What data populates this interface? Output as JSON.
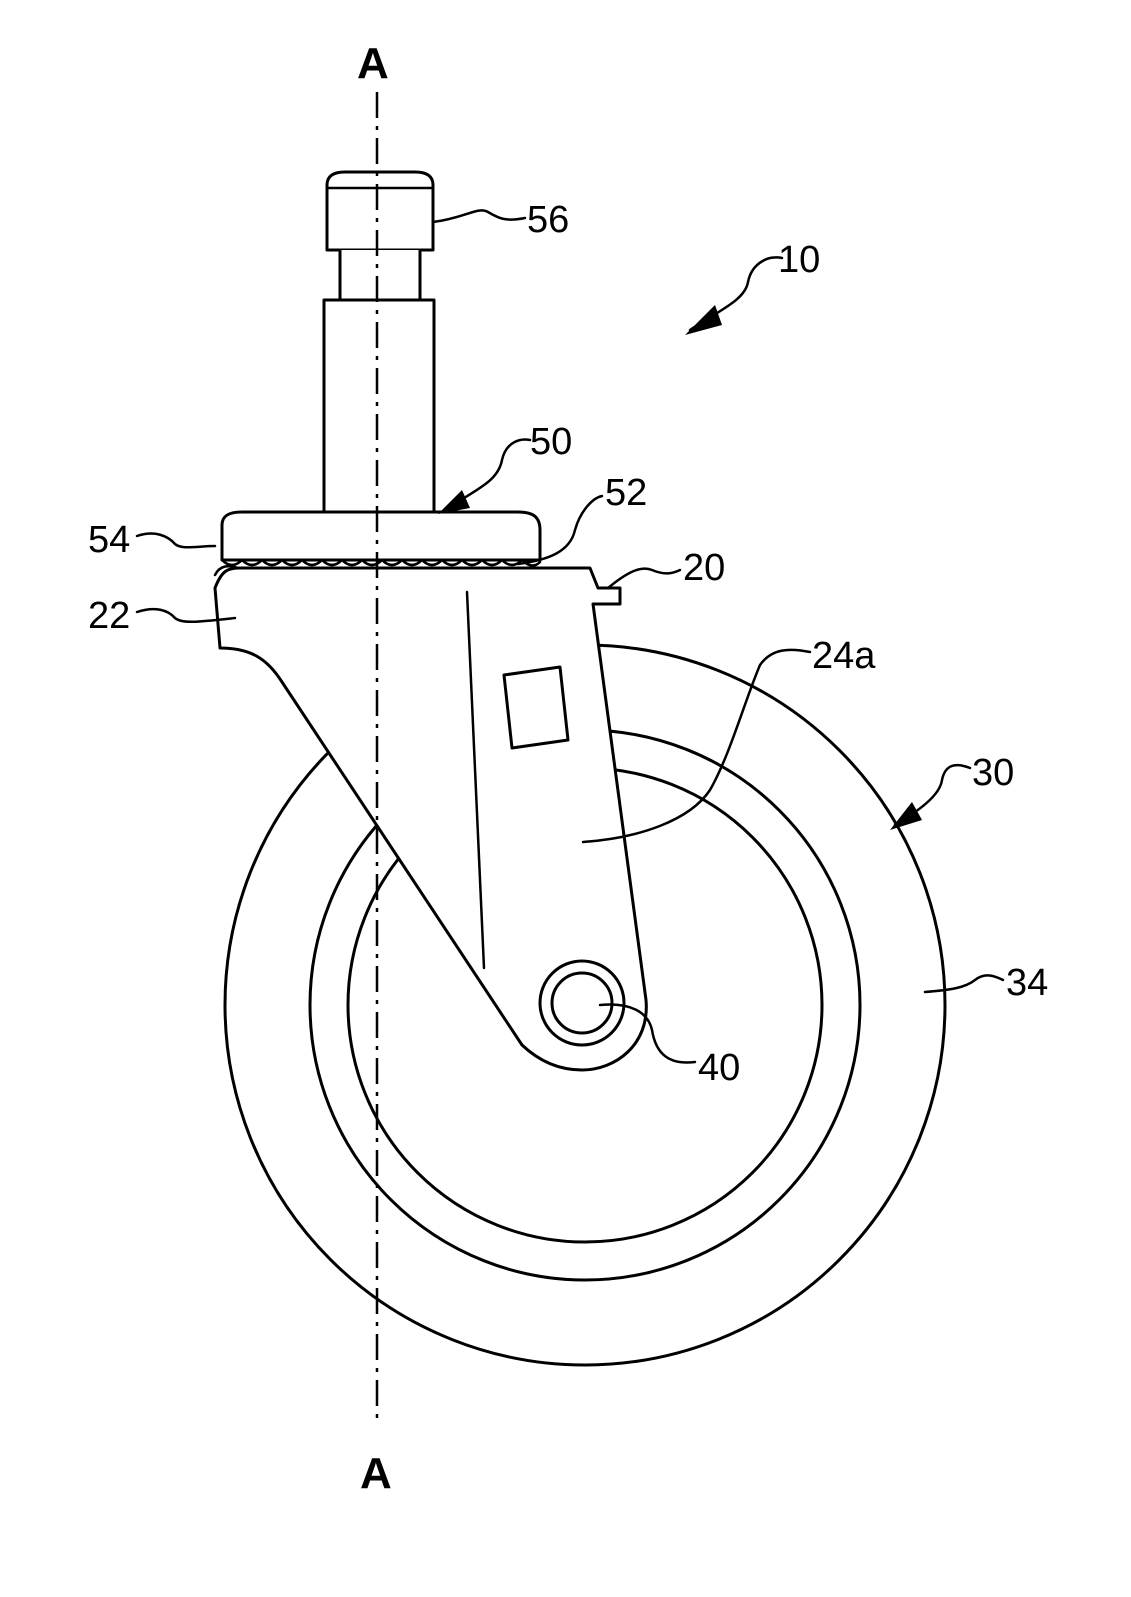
{
  "figure": {
    "axis": {
      "top_label": "A",
      "bottom_label": "A"
    },
    "reference_numerals": {
      "assembly": "10",
      "swivel_housing": "20",
      "top_plate": "22",
      "leg": "24a",
      "wheel": "30",
      "tire": "34",
      "axle": "40",
      "mount_assembly": "50",
      "bearing": "52",
      "cap": "54",
      "stem": "56"
    }
  }
}
